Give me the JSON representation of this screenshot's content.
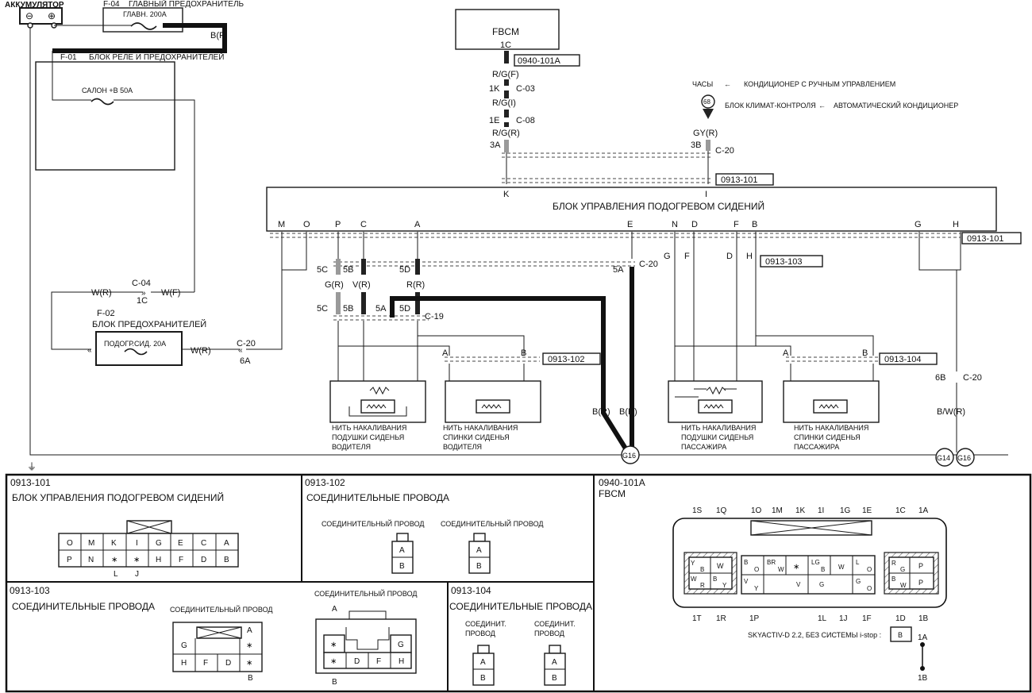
{
  "battery": {
    "title": "АККУМУЛЯТОР",
    "minus": "⊖",
    "plus": "⊕"
  },
  "fuses": {
    "f04": {
      "code": "F-04",
      "name": "ГЛАВНЫЙ ПРЕДОХРАНИТЕЛЬ",
      "rating": "ГЛАВН. 200А",
      "wire": "B(F)"
    },
    "f01": {
      "code": "F-01",
      "name": "БЛОК РЕЛЕ И ПРЕДОХРАНИТЕЛЕЙ",
      "fuse": "САЛОН +В 50А"
    },
    "f02": {
      "code": "F-02",
      "name": "БЛОК ПРЕДОХРАНИТЕЛЕЙ",
      "fuse": "ПОДОГР.СИД. 20А"
    }
  },
  "left_wiring": {
    "c04": "C-04",
    "c04_pin": "1C",
    "wire_wr": "W(R)",
    "wire_wf": "W(F)",
    "c20": "C-20",
    "c20_pin": "6A",
    "wire_wr2": "W(R)"
  },
  "fbcm": {
    "title": "FBCM",
    "pin": "1C",
    "ref": "0940-101A",
    "wire1": "R/G(F)",
    "c03_pin": "1K",
    "c03": "C-03",
    "wire2": "R/G(I)",
    "c08_pin": "1E",
    "c08": "C-08",
    "wire3": "R/G(R)",
    "pin3a": "3A"
  },
  "climate": {
    "clock": "ЧАСЫ",
    "manual_ac": "КОНДИЦИОНЕР С РУЧНЫМ УПРАВЛЕНИЕМ",
    "climate_block": "БЛОК КЛИМАТ-КОНТРОЛЯ",
    "auto_ac": "АВТОМАТИЧЕСКИЙ КОНДИЦИОНЕР",
    "circle": "68",
    "wire": "GY(R)",
    "pin": "3B",
    "conn": "C-20",
    "arrow": "←"
  },
  "module": {
    "title": "БЛОК УПРАВЛЕНИЯ ПОДОГРЕВОМ СИДЕНИЙ",
    "ref": "0913-101",
    "top_k": "K",
    "top_i": "I",
    "pins": [
      "M",
      "O",
      "P",
      "C",
      "A",
      "E",
      "N",
      "D",
      "F",
      "B",
      "G",
      "H"
    ]
  },
  "middle": {
    "ref103": "0913-103",
    "c20": "C-20",
    "pin5a": "5A",
    "p5c": "5C",
    "p5b": "5B",
    "p5d": "5D",
    "wgr": "G(R)",
    "wvr": "V(R)",
    "wrr": "R(R)",
    "q5c": "5C",
    "q5b": "5B",
    "q5a": "5A",
    "q5d": "5D",
    "c19": "C-19",
    "r_g": "G",
    "r_f": "F",
    "r_d": "D",
    "r_h": "H"
  },
  "heaters": {
    "ref102": "0913-102",
    "ref104": "0913-104",
    "a": "A",
    "b": "B",
    "a2": "A",
    "b2": "B",
    "driver_cushion": [
      "НИТЬ НАКАЛИВАНИЯ",
      "ПОДУШКИ СИДЕНЬЯ",
      "ВОДИТЕЛЯ"
    ],
    "driver_back": [
      "НИТЬ НАКАЛИВАНИЯ",
      "СПИНКИ СИДЕНЬЯ",
      "ВОДИТЕЛЯ"
    ],
    "pass_cushion": [
      "НИТЬ НАКАЛИВАНИЯ",
      "ПОДУШКИ СИДЕНЬЯ",
      "ПАССАЖИРА"
    ],
    "pass_back": [
      "НИТЬ НАКАЛИВАНИЯ",
      "СПИНКИ СИДЕНЬЯ",
      "ПАССАЖИРА"
    ]
  },
  "grounds": {
    "wbr1": "B(R)",
    "wbr2": "B(R)",
    "g16": "G16",
    "pin6b": "6B",
    "c20": "C-20",
    "wbwr": "B/W(R)",
    "g14": "G14",
    "g16b": "G16"
  },
  "panel101": {
    "code": "0913-101",
    "title": "БЛОК УПРАВЛЕНИЯ ПОДОГРЕВОМ СИДЕНИЙ",
    "row1": [
      "O",
      "M",
      "K",
      "I",
      "G",
      "E",
      "C",
      "A"
    ],
    "row2": [
      "P",
      "N",
      "∗",
      "∗",
      "H",
      "F",
      "D",
      "B"
    ],
    "below_l": "L",
    "below_j": "J"
  },
  "panel102": {
    "code": "0913-102",
    "title": "СОЕДИНИТЕЛЬНЫЕ ПРОВОДА",
    "conn1": "СОЕДИНИТЕЛЬНЫЙ ПРОВОД",
    "conn2": "СОЕДИНИТЕЛЬНЫЙ ПРОВОД",
    "a1": "A",
    "b1": "B",
    "a2": "A",
    "b2": "B"
  },
  "panel103": {
    "code": "0913-103",
    "title": "СОЕДИНИТЕЛЬНЫЕ ПРОВОДА",
    "conn1": "СОЕДИНИТЕЛЬНЫЙ ПРОВОД",
    "conn2": "СОЕДИНИТЕЛЬНЫЙ ПРОВОД",
    "c1_a": "A",
    "c1_b": "B",
    "c1_r1": [
      "G",
      "",
      "∗"
    ],
    "c1_r2": [
      "H",
      "F",
      "D",
      "∗"
    ],
    "c2_a": "A",
    "c2_b": "B",
    "c2_r1": [
      "∗",
      "",
      "G"
    ],
    "c2_r2": [
      "∗",
      "D",
      "F",
      "H"
    ]
  },
  "panel104": {
    "code": "0913-104",
    "title": "СОЕДИНИТЕЛЬНЫЕ ПРОВОДА",
    "conn1": [
      "СОЕДИНИТ.",
      "ПРОВОД"
    ],
    "conn2": [
      "СОЕДИНИТ.",
      "ПРОВОД"
    ],
    "a1": "A",
    "b1": "B",
    "a2": "A",
    "b2": "B"
  },
  "panel0940": {
    "code": "0940-101A",
    "title": "FBCM",
    "top_pins": [
      "1S",
      "1Q",
      "1O",
      "1M",
      "1K",
      "1I",
      "1G",
      "1E",
      "1C",
      "1A"
    ],
    "bottom_pins": [
      "1T",
      "1R",
      "1P",
      "1L",
      "1J",
      "1F",
      "1D",
      "1B"
    ],
    "left_block": [
      "Y",
      "B",
      "W",
      "W",
      "R",
      "B",
      "Y"
    ],
    "mid_cells": [
      "B",
      "O",
      "BR",
      "W",
      "∗",
      "LG",
      "B",
      "W",
      "L",
      "O",
      "V",
      "Y",
      "V",
      "G",
      "G",
      "O"
    ],
    "right_block": [
      "R",
      "G",
      "P",
      "B",
      "W",
      "P"
    ],
    "note": "SKYACTIV-D 2.2, БЕЗ СИСТЕМЫ i-stop :",
    "note_b": "B",
    "pin_1a": "1A",
    "pin_1b": "1B"
  }
}
